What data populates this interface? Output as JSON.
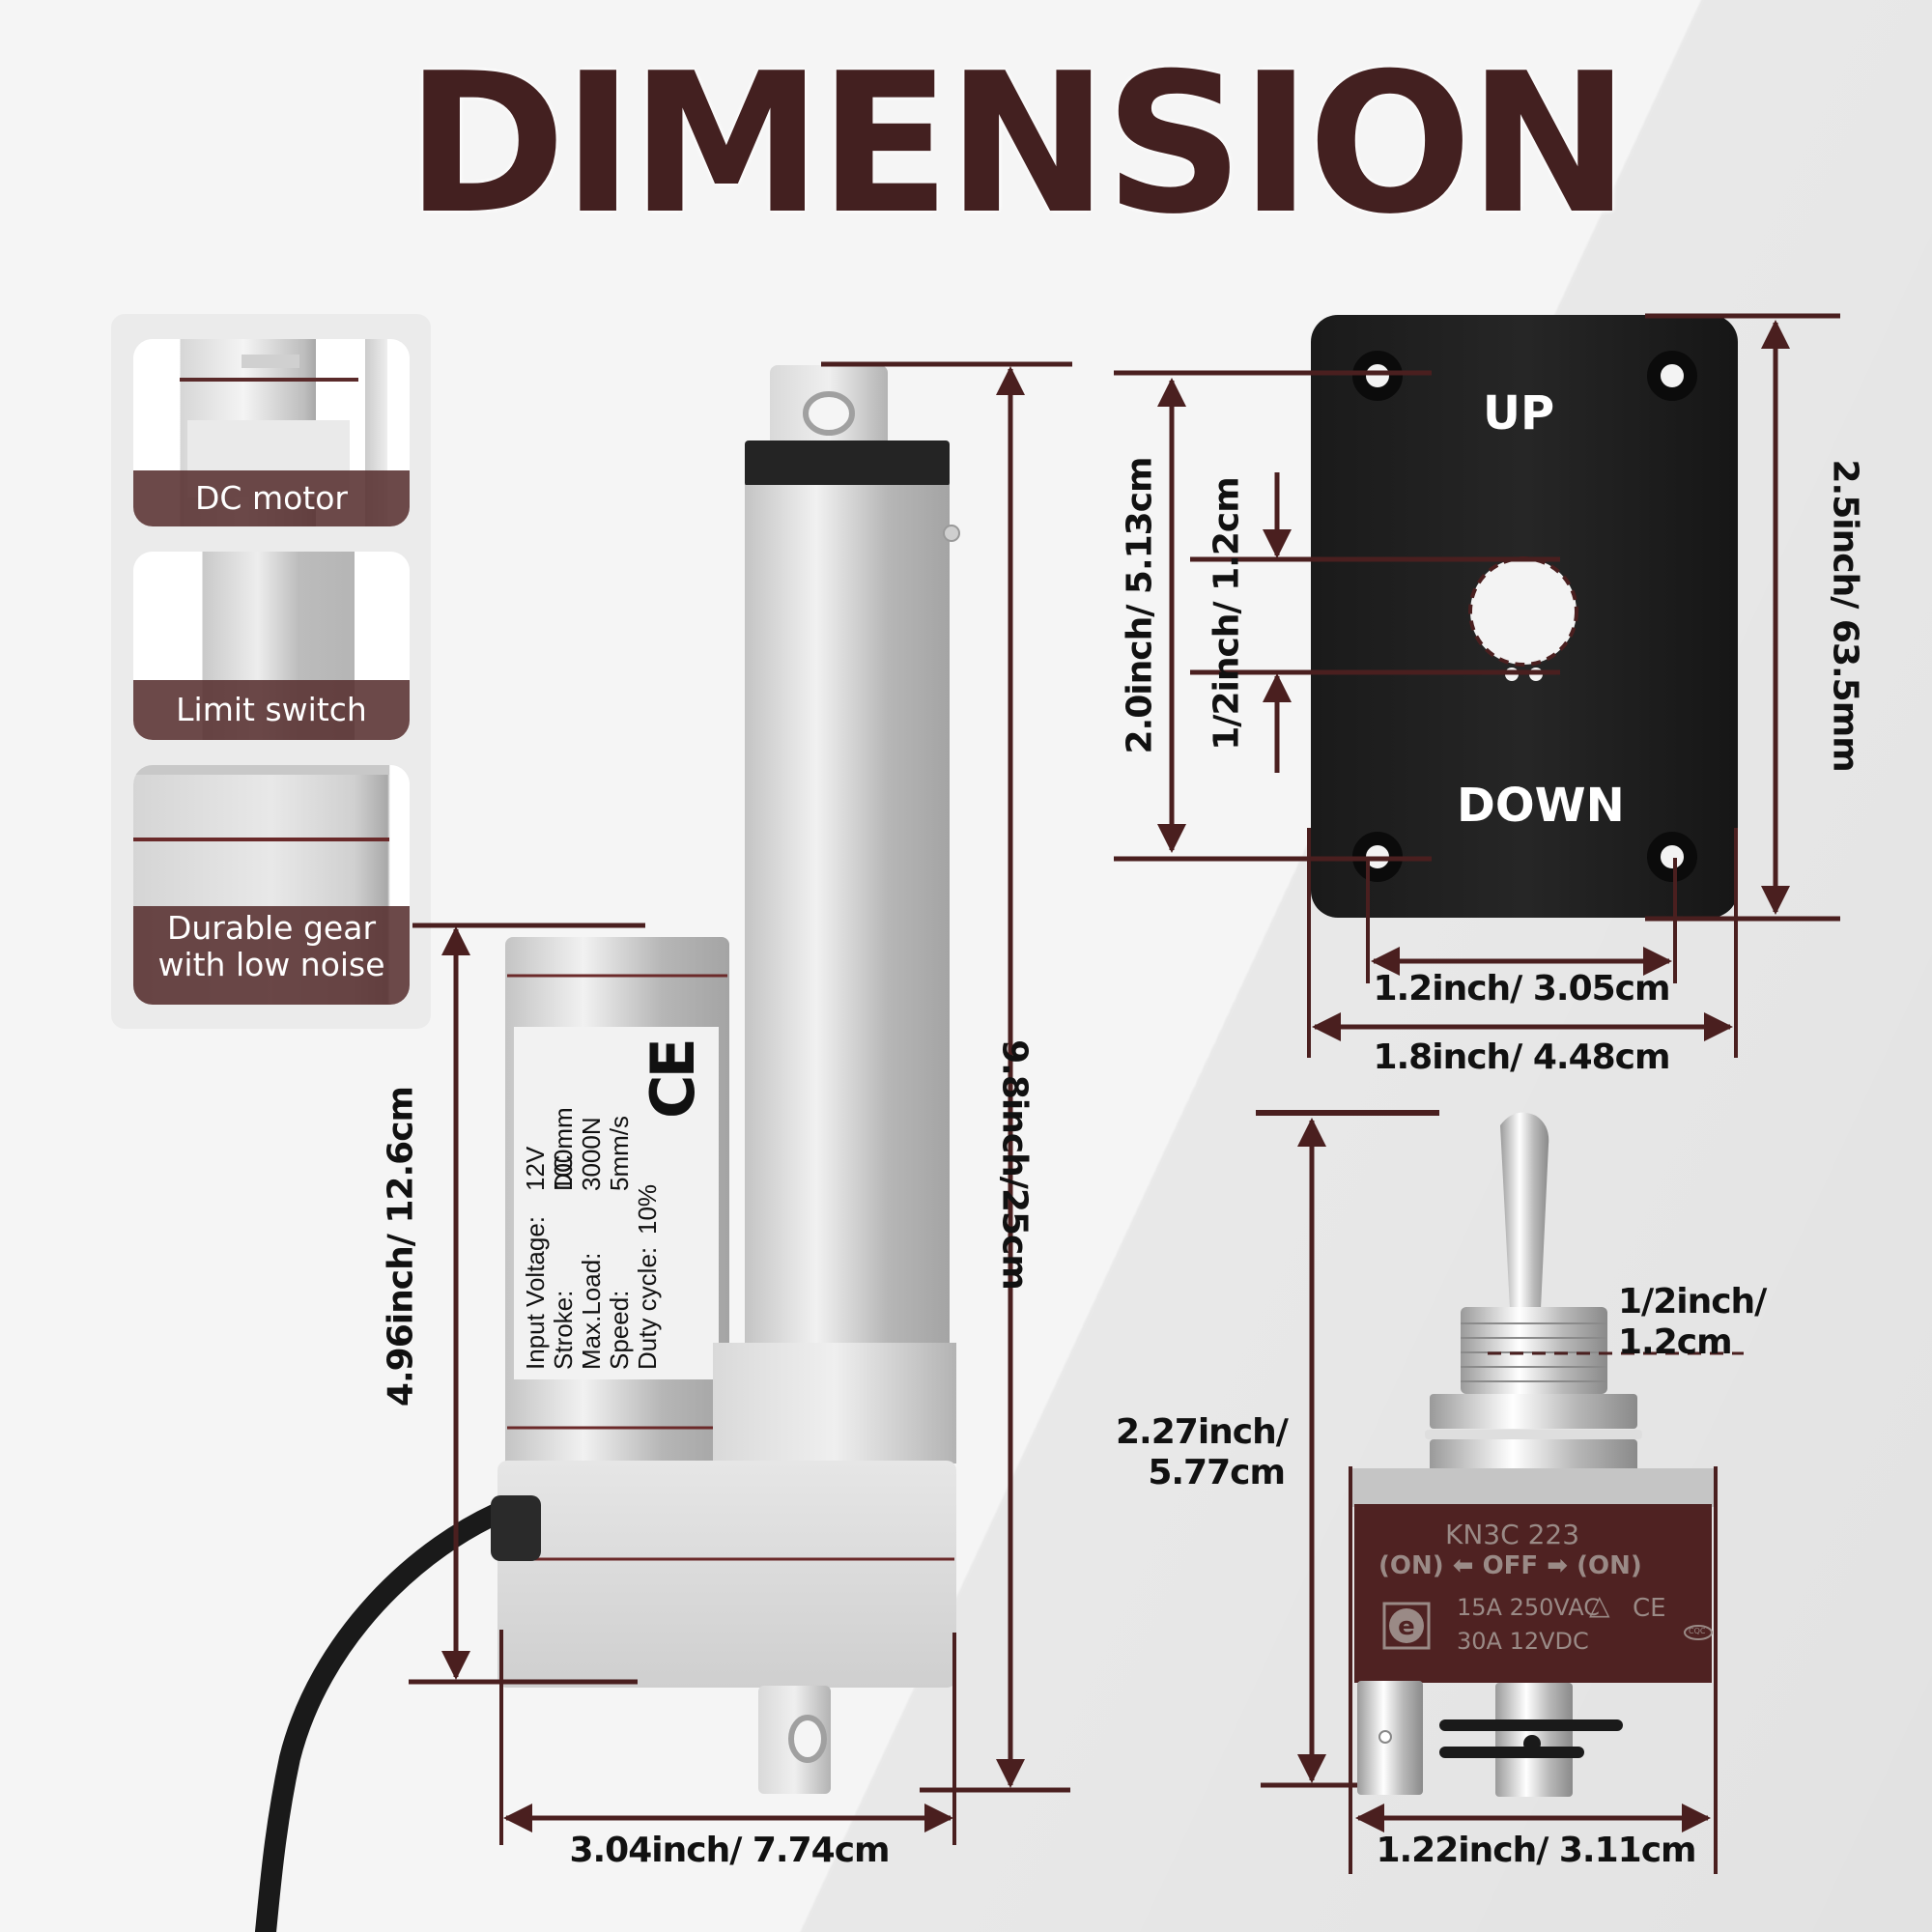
{
  "title": "DIMENSION",
  "colors": {
    "accent": "#432020",
    "dimension_line": "#4a1f1f",
    "label_band": "#5a3434",
    "switch_body": "#4f2222"
  },
  "features": [
    {
      "label": "DC motor",
      "icon": "dc-motor-closeup"
    },
    {
      "label": "Limit switch",
      "icon": "limit-switch-closeup"
    },
    {
      "label": "Durable gear with low noise",
      "line1": "Durable gear",
      "line2": "with low noise",
      "icon": "gear-closeup"
    }
  ],
  "actuator": {
    "label": {
      "rows": [
        {
          "key": "Input Voltage:",
          "value": "12V DC"
        },
        {
          "key": "Stroke:",
          "value": "100mm"
        },
        {
          "key": "Max.Load:",
          "value": "3000N"
        },
        {
          "key": "Speed:",
          "value": "5mm/s"
        },
        {
          "key": "Duty cycle:",
          "value": "10%"
        }
      ],
      "mark": "CE"
    },
    "dims": {
      "total_length": "9.8inch/25cm",
      "motor_height": "4.96inch/ 12.6cm",
      "base_width": "3.04inch/ 7.74cm"
    }
  },
  "plate": {
    "top_label": "UP",
    "bottom_label": "DOWN",
    "dims": {
      "hole_spacing_vertical": "2.0inch/ 5.13cm",
      "center_hole": "1/2inch/ 1.2cm",
      "height": "2.5inch/ 63.5mm",
      "hole_spacing_horizontal": "1.2inch/ 3.05cm",
      "width": "1.8inch/ 4.48cm"
    }
  },
  "switch": {
    "model": "KN3C 223",
    "positions": [
      "(ON)",
      "OFF",
      "(ON)"
    ],
    "rating_ac": "15A 250VAC",
    "rating_dc": "30A 12VDC",
    "marks": [
      "CE",
      "CQC"
    ],
    "dims": {
      "height_line1": "2.27inch/",
      "height_line2": "5.77cm",
      "thread_line1": "1/2inch/",
      "thread_line2": "1.2cm",
      "width": "1.22inch/ 3.11cm"
    }
  }
}
